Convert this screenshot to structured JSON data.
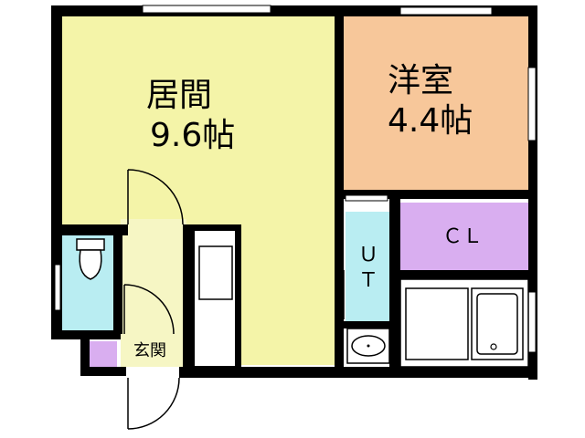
{
  "rooms": {
    "living": {
      "name": "居間",
      "size": "9.6帖"
    },
    "western": {
      "name": "洋室",
      "size": "4.4帖"
    },
    "closet": {
      "label": "ＣＬ"
    },
    "utility": {
      "label_top": "Ｕ",
      "label_bottom": "Ｔ"
    },
    "entrance": {
      "label": "玄関"
    }
  },
  "colors": {
    "living": "#f4f4a8",
    "western": "#f7c79a",
    "closet": "#d9aef0",
    "utility": "#b9edf2",
    "entrance": "#f6f6c4",
    "toilet": "#b9edf2",
    "entrance_step": "#d9aef0",
    "wall": "#000000"
  }
}
